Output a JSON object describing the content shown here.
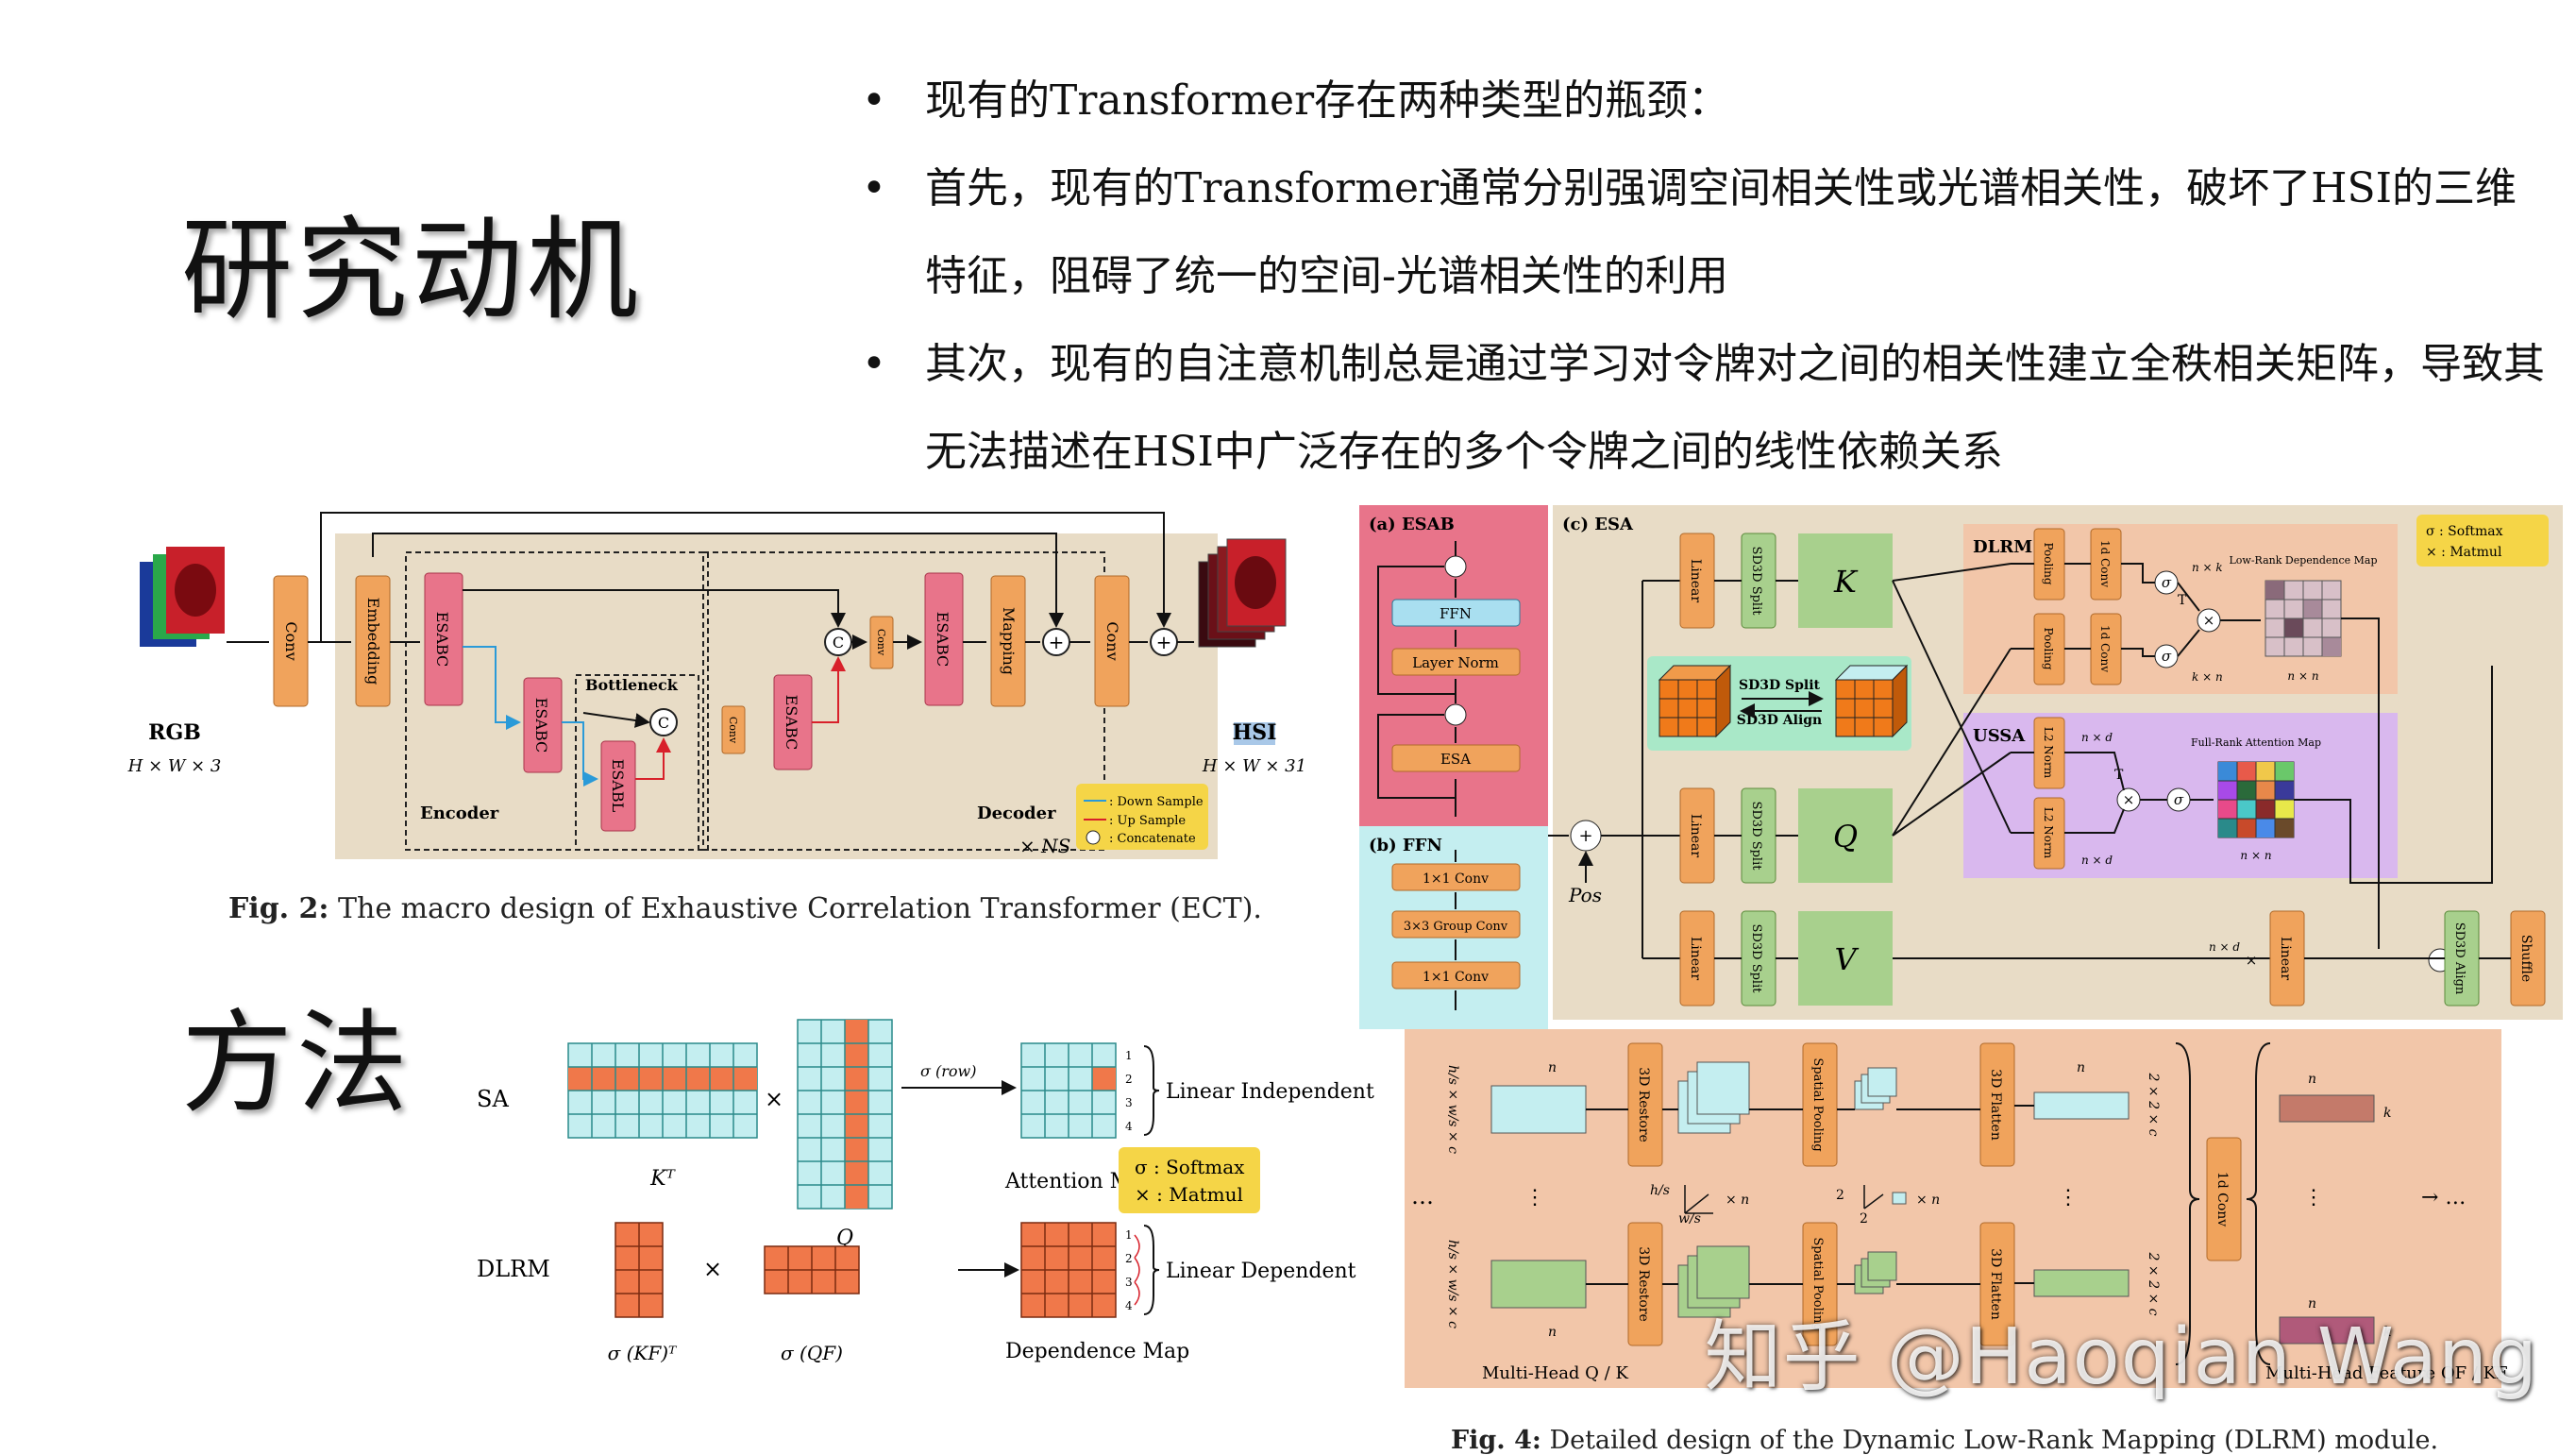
{
  "slide": {
    "heading_motivation": "研究动机",
    "heading_method": "方法",
    "bullets": [
      "现有的Transformer存在两种类型的瓶颈：",
      "首先，现有的Transformer通常分别强调空间相关性或光谱相关性，破坏了HSI的三维特征，阻碍了统一的空间-光谱相关性的利用",
      "其次，现有的自注意机制总是通过学习对令牌对之间的相关性建立全秩相关矩阵，导致其无法描述在HSI中广泛存在的多个令牌之间的线性依赖关系"
    ],
    "watermark": "知乎 @Haoqian Wang"
  },
  "fig2": {
    "caption_label": "Fig. 2:",
    "caption_text": " The macro design of Exhaustive Correlation Transformer (ECT).",
    "rgb": "RGB",
    "rgb_dim": "H × W × 3",
    "hsi": "HSI",
    "hsi_dim": "H × W × 31",
    "conv": "Conv",
    "embedding": "Embedding",
    "mapping": "Mapping",
    "esab_c": "ESABC",
    "esab_l": "ESABL",
    "bottleneck": "Bottleneck",
    "encoder": "Encoder",
    "decoder": "Decoder",
    "ns": "× NS",
    "concat": "C",
    "plus": "+",
    "legend_down": ": Down Sample",
    "legend_up": ": Up Sample",
    "legend_concat": ": Concatenate"
  },
  "fig3": {
    "sa": "SA",
    "dlrm": "DLRM",
    "times": "×",
    "kt": "Kᵀ",
    "q": "Q",
    "sigma_row": "σ (row)",
    "attention_map": "Attention Map",
    "linear_independent": "Linear Independent",
    "linear_dependent": "Linear Dependent",
    "dependence_map": "Dependence Map",
    "sigma_kf": "σ (KF)ᵀ",
    "sigma_qf": "σ (QF)",
    "legend_softmax": "σ : Softmax",
    "legend_matmul": "× : Matmul",
    "row_nums": [
      "1",
      "2",
      "3",
      "4"
    ]
  },
  "fig4": {
    "caption_label": "Fig. 4:",
    "caption_text": " Detailed design of the Dynamic Low-Rank Mapping (DLRM) module.",
    "esab_title": "(a) ESAB",
    "ffn_title": "(b) FFN",
    "esa_title": "(c) ESA",
    "ffn": "FFN",
    "layer_norm": "Layer Norm",
    "esa": "ESA",
    "conv1": "1×1 Conv",
    "group_conv": "3×3 Group Conv",
    "conv2": "1×1 Conv",
    "linear": "Linear",
    "sd3d_split": "SD3D Split",
    "sd3d_align": "SD3D Align",
    "shuffle": "Shuffle",
    "k": "K",
    "q": "Q",
    "v": "V",
    "pos": "Pos",
    "dlrm": "DLRM",
    "ussa": "USSA",
    "pooling": "Pooling",
    "conv1d": "1d Conv",
    "l2norm": "L2 Norm",
    "low_rank_map": "Low-Rank Dependence Map",
    "full_rank_map": "Full-Rank Attention Map",
    "nk": "n × k",
    "kn": "k × n",
    "nn": "n × n",
    "nd": "n × d",
    "T": "T",
    "sigma": "σ",
    "times": "×",
    "legend_softmax": "σ : Softmax",
    "legend_matmul": "× : Matmul",
    "restore": "3D Restore",
    "spatial_pooling": "Spatial Pooling",
    "flatten": "3D Flatten",
    "conv1d_big": "1d Conv",
    "n": "n",
    "k_lbl": "k",
    "dim_left": "h/s × w/s × c",
    "dim_right": "2 × 2 × c",
    "hs": "h/s",
    "ws": "w/s",
    "xn": "× n",
    "two": "2",
    "ellipsis": "…",
    "vdots": "⋮",
    "arrow_ellipsis": "→ …",
    "multihead_qk": "Multi-Head Q / K",
    "multihead_f": "Multi-Head Feature QF / KF"
  },
  "colors": {
    "pink": "#e8748a",
    "orange": "#f0a35c",
    "beige": "#e8dcc6",
    "green": "#a8d08d",
    "peach": "#f2c6a9",
    "lilac": "#d9b8ee",
    "cyan": "#c4eef0",
    "yellow": "#f5d547"
  }
}
